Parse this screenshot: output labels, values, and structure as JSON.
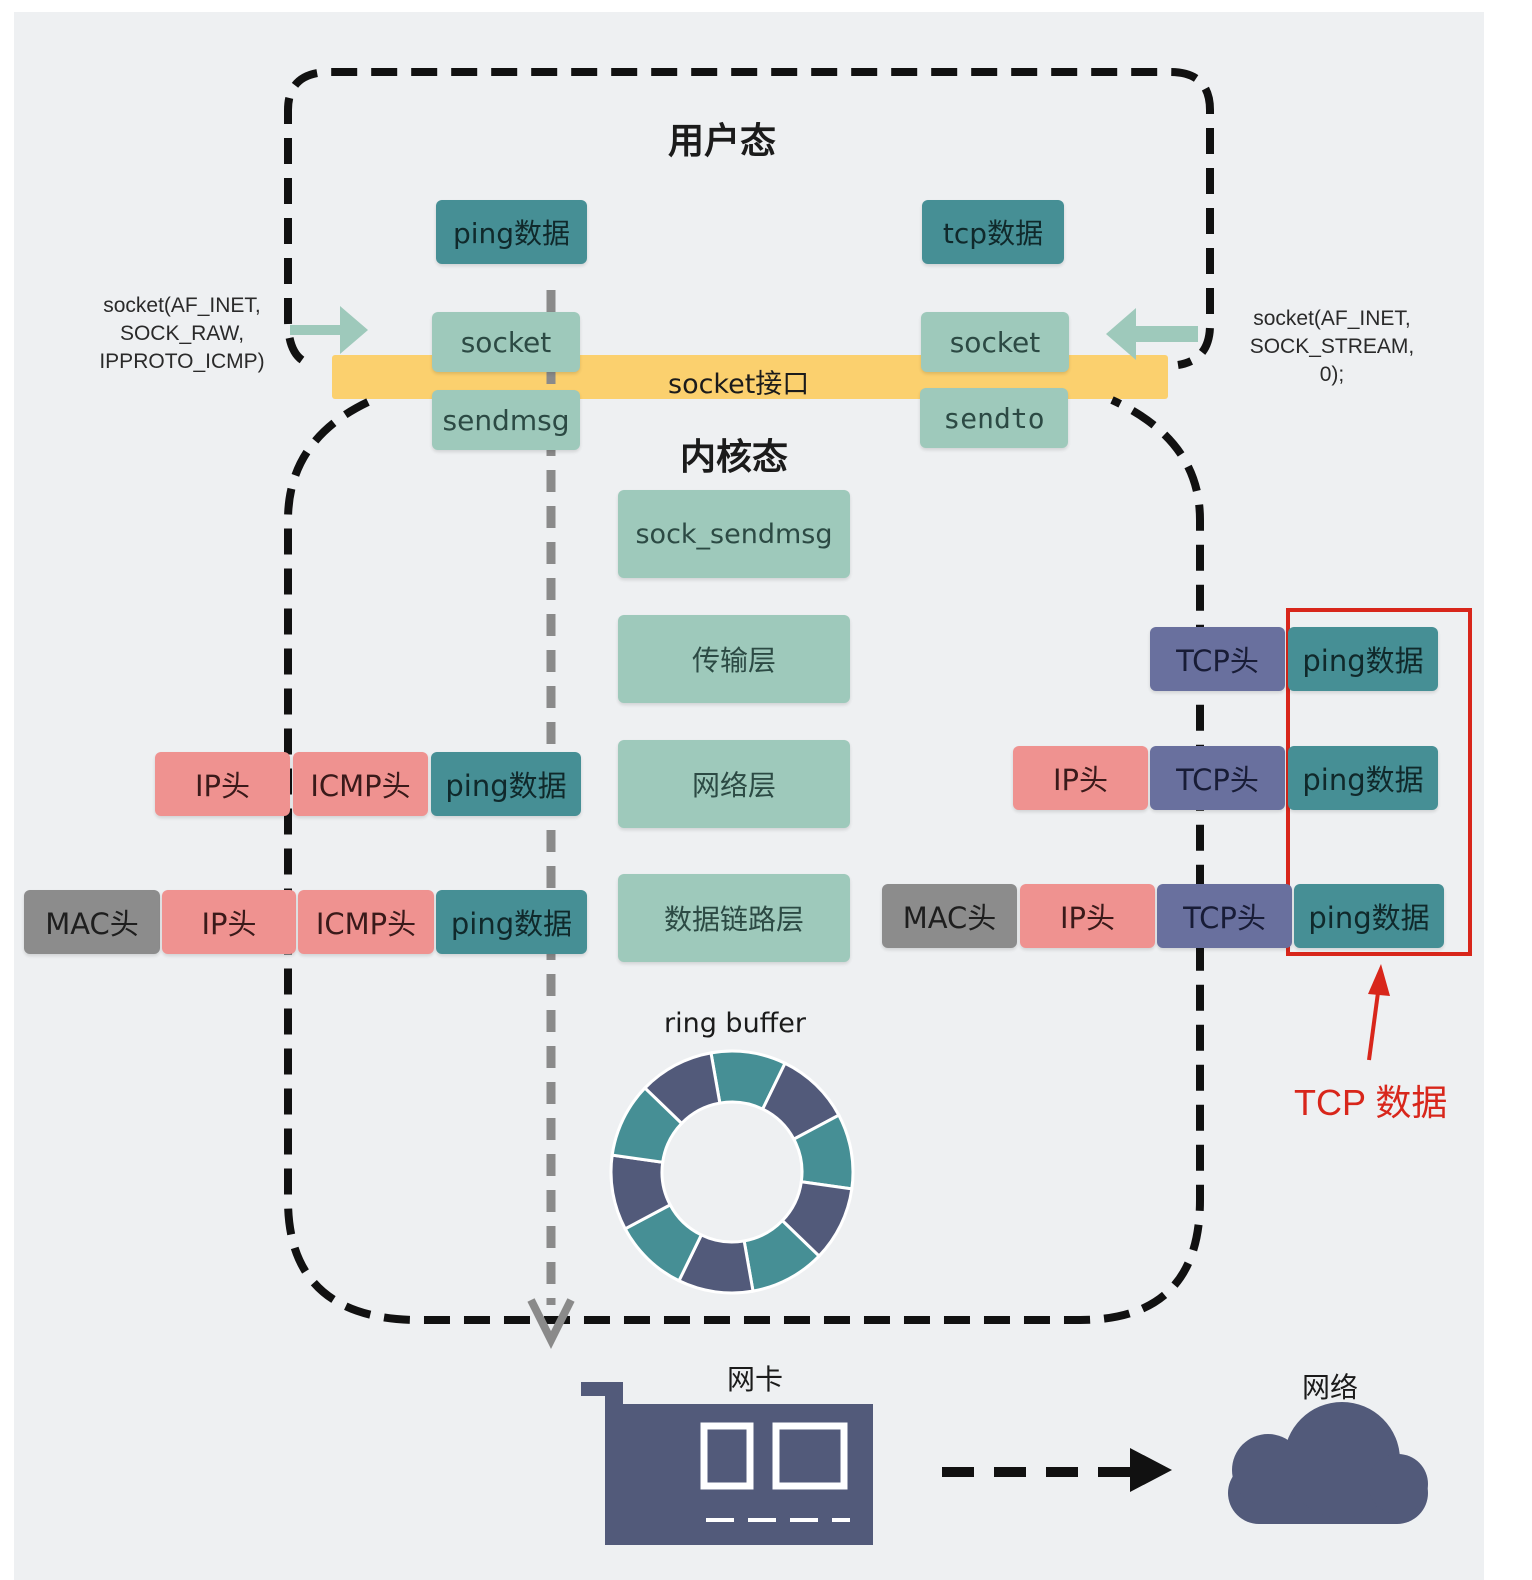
{
  "regions": {
    "user_mode": "用户态",
    "kernel_mode": "内核态"
  },
  "left_socket_call": [
    "socket(AF_INET,",
    "SOCK_RAW,",
    "IPPROTO_ICMP)"
  ],
  "right_socket_call": [
    "socket(AF_INET,",
    "SOCK_STREAM,",
    "0);"
  ],
  "user": {
    "ping_data": "ping数据",
    "tcp_data": "tcp数据",
    "left_socket": "socket",
    "right_socket": "socket",
    "socket_interface": "socket接口",
    "sendmsg": "sendmsg",
    "sendto": "sendto"
  },
  "kernel_layers": [
    "sock_sendmsg",
    "传输层",
    "网络层",
    "数据链路层"
  ],
  "ring_buffer_label": "ring buffer",
  "left_packets": {
    "network": [
      "IP头",
      "ICMP头",
      "ping数据"
    ],
    "link": [
      "MAC头",
      "IP头",
      "ICMP头",
      "ping数据"
    ]
  },
  "right_packets": {
    "transport": [
      "TCP头",
      "ping数据"
    ],
    "network": [
      "IP头",
      "TCP头",
      "ping数据"
    ],
    "link": [
      "MAC头",
      "IP头",
      "TCP头",
      "ping数据"
    ]
  },
  "annotation": "TCP 数据",
  "nic_label": "网卡",
  "network_label": "网络",
  "colors": {
    "ping_data": "#468f95",
    "socket_box": "#9ec9bb",
    "socket_interface": "#fbd06e",
    "ip_header": "#ef9290",
    "tcp_header": "#69709e",
    "mac_header": "#8c8c8c",
    "annotation": "#d8261b",
    "hardware": "#525a7a"
  }
}
